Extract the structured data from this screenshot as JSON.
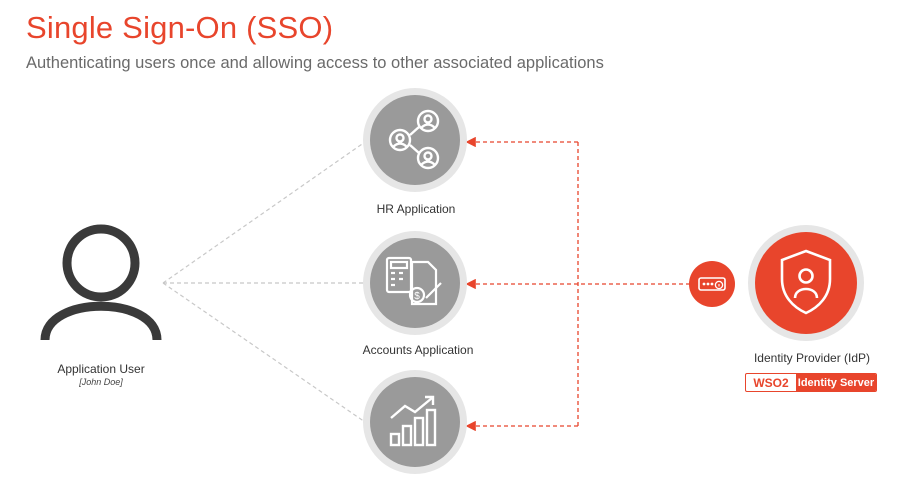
{
  "header": {
    "title": "Single Sign-On (SSO)",
    "subtitle": "Authenticating users once and allowing access to other associated applications"
  },
  "user": {
    "label": "Application User",
    "sublabel": "[John Doe]"
  },
  "apps": [
    {
      "label": "HR Application",
      "icon": "hr-people-icon"
    },
    {
      "label": "Accounts Application",
      "icon": "accounts-calculator-icon"
    },
    {
      "label": "",
      "icon": "bar-chart-growth-icon"
    }
  ],
  "idp": {
    "label": "Identity Provider (IdP)",
    "logo_left": "WSO2",
    "logo_right": "Identity Server",
    "icon": "shield-user-icon",
    "key_icon": "password-key-icon"
  },
  "colors": {
    "accent": "#e8452c",
    "grey_circle": "#9a9a9a",
    "grey_ring": "#e6e6e6",
    "dark_icon": "#555555"
  }
}
